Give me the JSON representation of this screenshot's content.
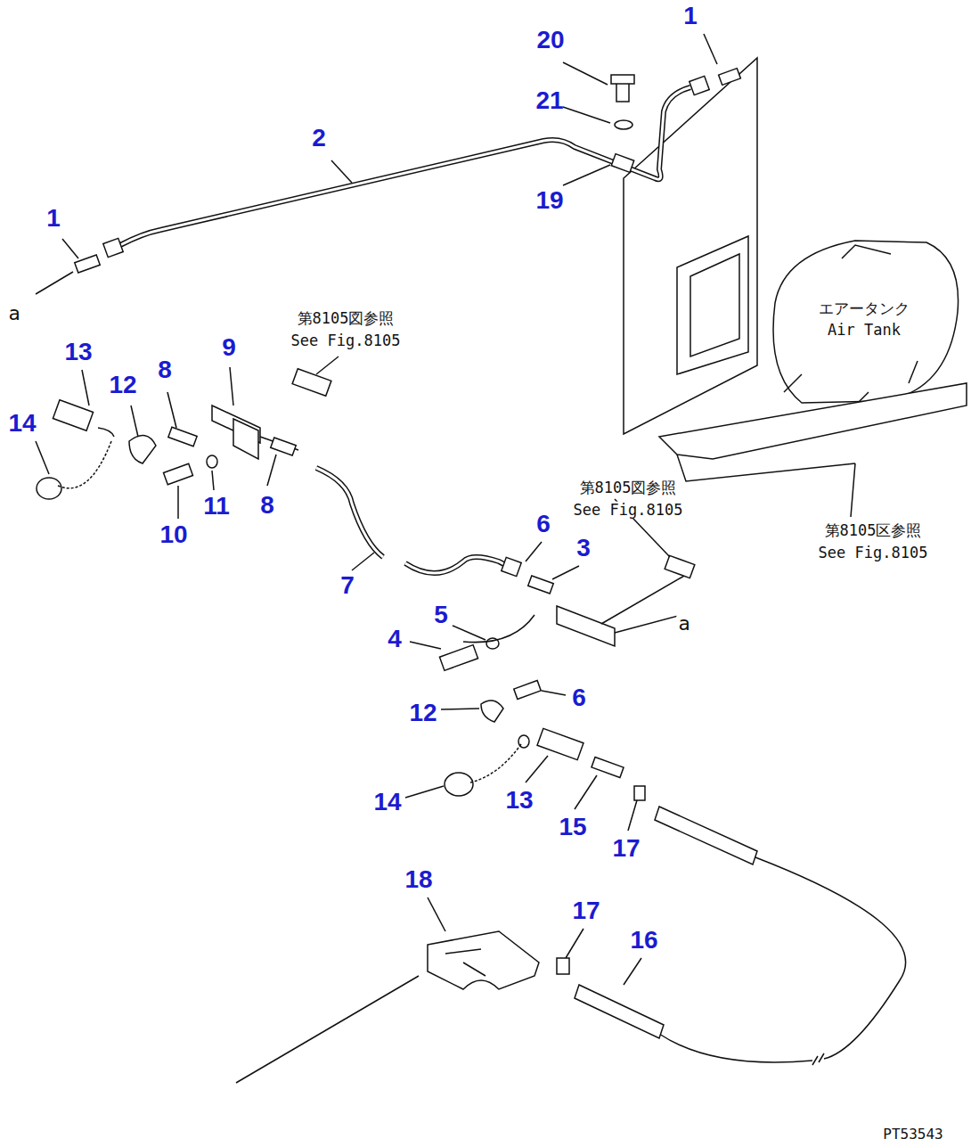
{
  "diagram": {
    "labels": [
      "1",
      "20",
      "21",
      "2",
      "19",
      "1",
      "a",
      "13",
      "12",
      "8",
      "9",
      "第8105図参照",
      "See Fig.8105",
      "エアータンク",
      "Air Tank",
      "14",
      "11",
      "8",
      "10",
      "第8105図参照",
      "See Fig.8105",
      "6",
      "3",
      "第8105区参照",
      "See Fig.8105",
      "7",
      "5",
      "a",
      "4",
      "12",
      "6",
      "14",
      "13",
      "15",
      "17",
      "18",
      "17",
      "16",
      "PT53543"
    ]
  }
}
